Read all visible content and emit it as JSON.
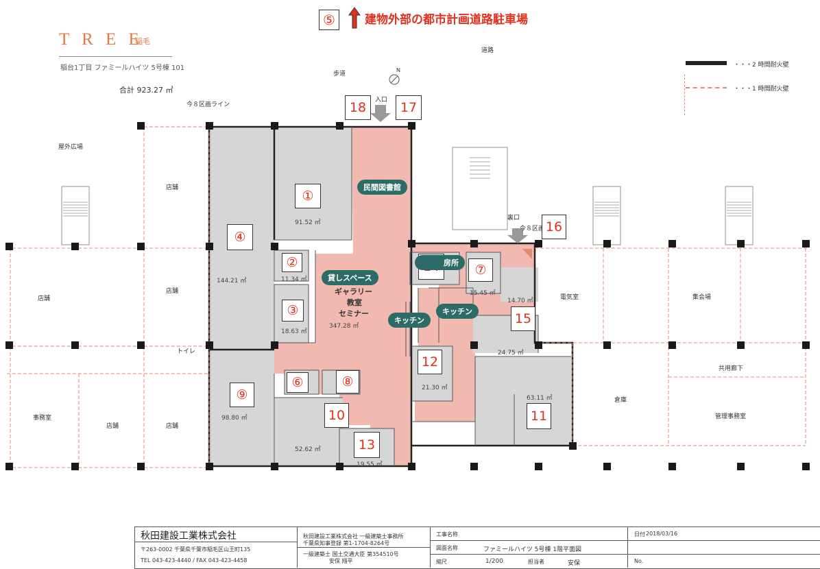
{
  "header": {
    "badge": "⑤",
    "title": "建物外部の都市計画道路駐車場",
    "brand": "T R E E",
    "brand_sub": "稲毛",
    "address": "稲台1丁目 ファミールハイツ 5号棟 101",
    "total": "合計 923.27 ㎡"
  },
  "legend": {
    "fire2": "・・・2 時間耐火壁",
    "fire1": "・・・1 時間耐火壁"
  },
  "site": {
    "road": "道路",
    "sidewalk": "歩道",
    "north": "N",
    "line_label": "今８区画ライン",
    "line_label2": "今８区画",
    "entrance": "入口",
    "back_entrance": "裏口",
    "plaza": "屋外広場",
    "shop1": "店舗",
    "shop2": "店舗",
    "shop3": "店舗",
    "shop4": "店舗",
    "shop5": "店舗",
    "office": "事務室",
    "toilet": "トイレ",
    "elec": "電気室",
    "hall": "集会場",
    "corridor": "共用廊下",
    "storage": "倉庫",
    "mgmt": "管理事務室"
  },
  "rooms": {
    "r1": {
      "num": "①",
      "area": "91.52 ㎡"
    },
    "r2": {
      "num": "②",
      "area": "11.34 ㎡"
    },
    "r3": {
      "num": "③",
      "area": "18.63 ㎡"
    },
    "r4": {
      "num": "④",
      "area": "144.21 ㎡"
    },
    "r6": {
      "num": "⑥"
    },
    "r7": {
      "num": "⑦",
      "area": "15.45 ㎡"
    },
    "r8": {
      "num": "⑧"
    },
    "r9": {
      "num": "⑨",
      "area": "98.80 ㎡"
    },
    "r10": {
      "num": "10",
      "area": "52.62 ㎡"
    },
    "r11": {
      "num": "11",
      "area": "63.11 ㎡"
    },
    "r12": {
      "num": "12",
      "area": "21.30 ㎡"
    },
    "r13": {
      "num": "13",
      "area": "19.55 ㎡"
    },
    "r14": {
      "num": "14"
    },
    "r15": {
      "num": "15",
      "area": "24.75 ㎡"
    },
    "r16": {
      "num": "16"
    },
    "r17": {
      "num": "17"
    },
    "r18": {
      "num": "18"
    },
    "area_14_7": "14.70 ㎡",
    "main_area": "347.28 ㎡"
  },
  "tags": {
    "library": "民間図書館",
    "rental": "貸しスペース",
    "gallery": "ギャラリー",
    "classroom": "教室",
    "seminar": "セミナー",
    "kitchen1": "キッチン",
    "kitchen2": "キッチン",
    "kitchen3": "房所"
  },
  "titleblock": {
    "company": "秋田建設工業株式会社",
    "company_addr": "〒263-0002 千葉県千葉市稲毛区山王町135",
    "company_tel": "TEL 043-423-4440 / FAX 043-423-4458",
    "design1": "秋田建設工業株式会社 一級建築士事務所",
    "design2": "千葉県知事登録 第1-1704-8264号",
    "design3": "一級建築士 国土交通大臣 第354510号",
    "design4": "安保 翔平",
    "project_label": "工事名称",
    "drawing_label": "図面名称",
    "drawing_value": "ファミールハイツ 5号棟 1階平面図",
    "scale_label": "縮尺",
    "scale_value": "1/200",
    "staff_label": "担当者",
    "staff_value": "安保",
    "date_label": "日付",
    "date_value": "2018/03/16",
    "no_label": "No."
  },
  "colors": {
    "pink": "#f2b9b1",
    "gray": "#d6d6d6",
    "teal": "#2d6b67",
    "red": "#e0301e"
  }
}
